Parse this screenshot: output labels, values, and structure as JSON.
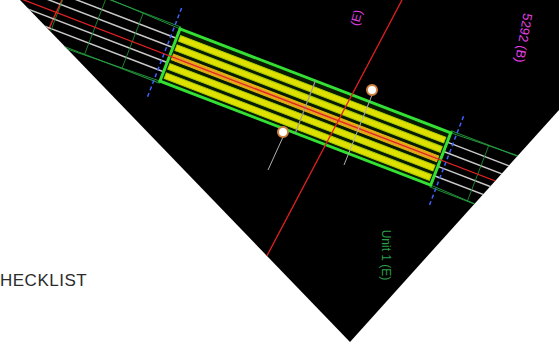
{
  "diagram": {
    "labels": [
      "HECKLIST",
      "(E)",
      "5292 (B)",
      "Unit 1 (E)"
    ]
  }
}
